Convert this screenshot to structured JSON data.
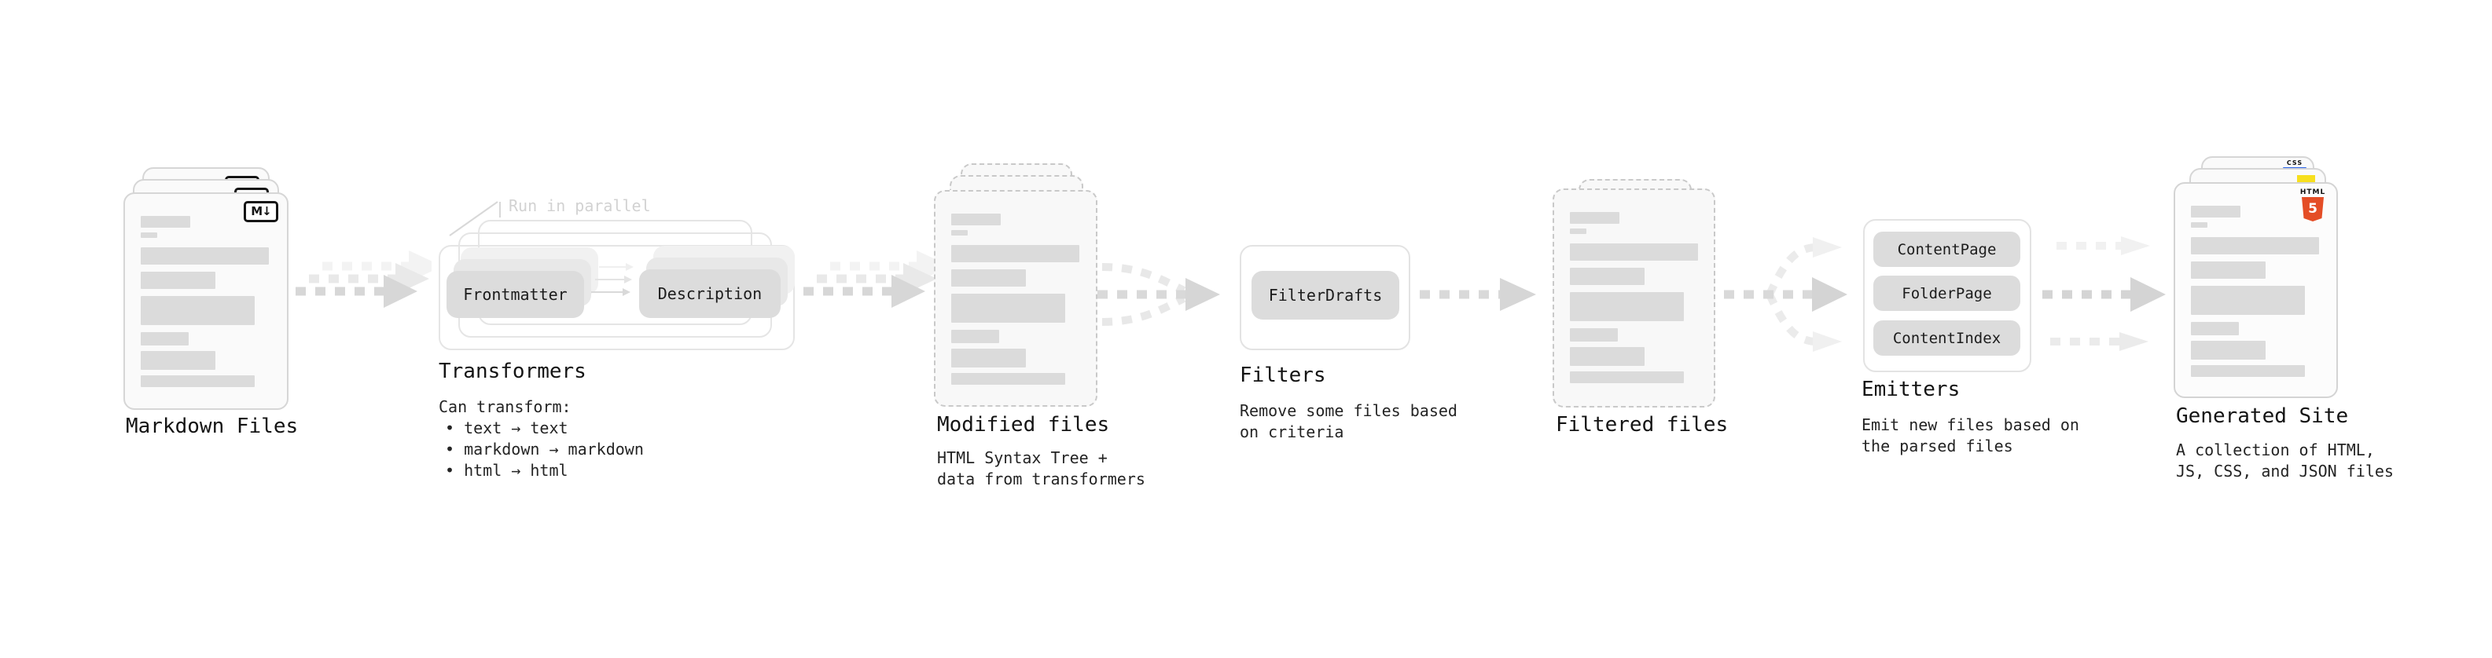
{
  "diagram": {
    "markdown_files": {
      "label": "Markdown Files",
      "badge": "M↓"
    },
    "transformers": {
      "annotation": "Run in parallel",
      "pill_left": "Frontmatter",
      "pill_right": "Description",
      "label": "Transformers",
      "sub_title": "Can transform:",
      "bullets": [
        "• text → text",
        "• markdown → markdown",
        "• html → html"
      ]
    },
    "modified_files": {
      "label": "Modified files",
      "sub": [
        "HTML Syntax Tree +",
        "data from transformers"
      ]
    },
    "filters": {
      "pill": "FilterDrafts",
      "label": "Filters",
      "sub": [
        "Remove some files based",
        "on criteria"
      ]
    },
    "filtered_files": {
      "label": "Filtered files"
    },
    "emitters": {
      "pills": [
        "ContentPage",
        "FolderPage",
        "ContentIndex"
      ],
      "label": "Emitters",
      "sub": [
        "Emit new files based on",
        "the parsed files"
      ]
    },
    "generated_site": {
      "label": "Generated Site",
      "sub": [
        "A collection of HTML,",
        "JS, CSS, and JSON files"
      ],
      "css_badge": "CSS",
      "html_badge_top": "HTML",
      "html_badge_number": "5"
    },
    "colors": {
      "html5_orange": "#e44d26",
      "js_yellow": "#f7df1e",
      "css_blue": "#2862e9",
      "pill_gray": "#dcdcdc",
      "annotation_gray": "#d2d2d2",
      "arrow_gray": "#d7d7d7"
    }
  }
}
